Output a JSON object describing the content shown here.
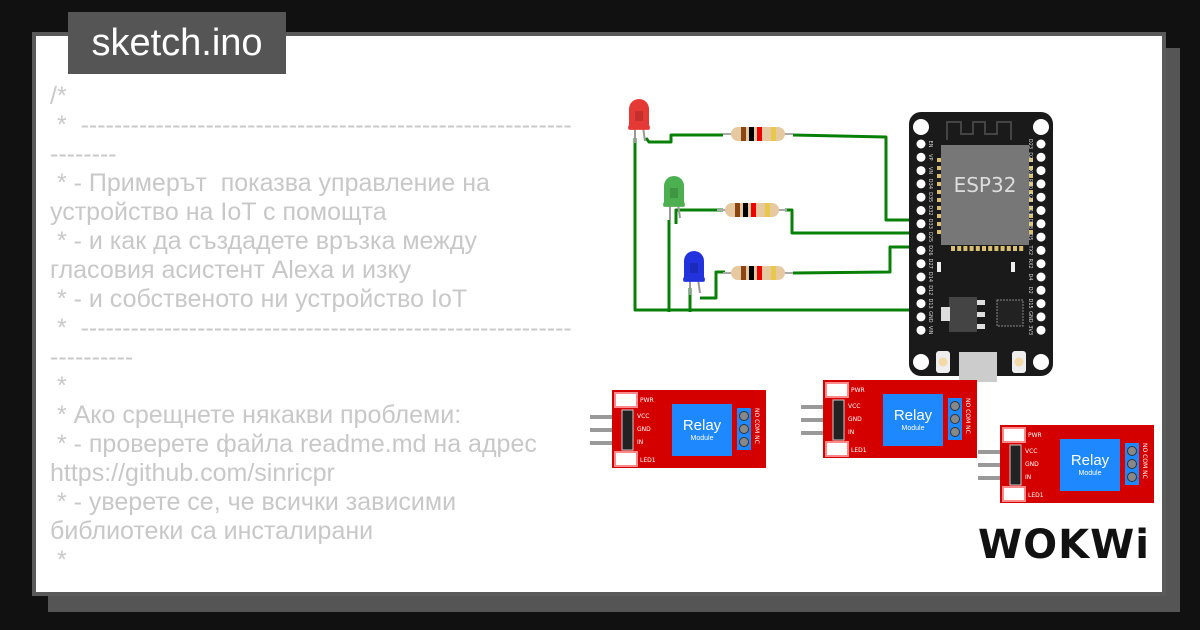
{
  "header": {
    "title": "sketch.ino"
  },
  "code_lines": [
    "/*",
    " *  -------------------------------------------------------------------",
    " * - Примерът  показва управление на устройство на IoT с помощта",
    " * - и как да създадете връзка между гласовия асистент Alexa и изку",
    " * - и собственото ни устройство IoT",
    " *  ---------------------------------------------------------------------",
    " *",
    " * Ако срещнете някакви проблеми:",
    " * - проверете файла readme.md на адрес https://github.com/sinricpr",
    " * - уверете се, че всички зависими библиотеки са инсталирани",
    " *"
  ],
  "esp32": {
    "label": "ESP32",
    "left_pins": [
      "EN",
      "VP",
      "VN",
      "D34",
      "D35",
      "D32",
      "D33",
      "D25",
      "D26",
      "D27",
      "D14",
      "D12",
      "D13",
      "GND",
      "VIN"
    ],
    "right_pins": [
      "D23",
      "D22",
      "TX0",
      "RX0",
      "D21",
      "D19",
      "D18",
      "D5",
      "TX2",
      "RX2",
      "D4",
      "D2",
      "D15",
      "GND",
      "3V3"
    ]
  },
  "relay": {
    "title": "Relay",
    "subtitle": "Module",
    "pins": [
      "VCC",
      "GND",
      "IN"
    ],
    "leds": [
      "PWR",
      "LED1"
    ],
    "terminals": "NO COM NC"
  },
  "leds": [
    {
      "color": "#e53935"
    },
    {
      "color": "#4caf50"
    },
    {
      "color": "#2233dd"
    }
  ],
  "colors": {
    "wire": "#088008",
    "relay_board": "#d40000",
    "relay_body": "#1e88ff",
    "board": "#1a1a1a"
  },
  "logo": "WOKWi"
}
